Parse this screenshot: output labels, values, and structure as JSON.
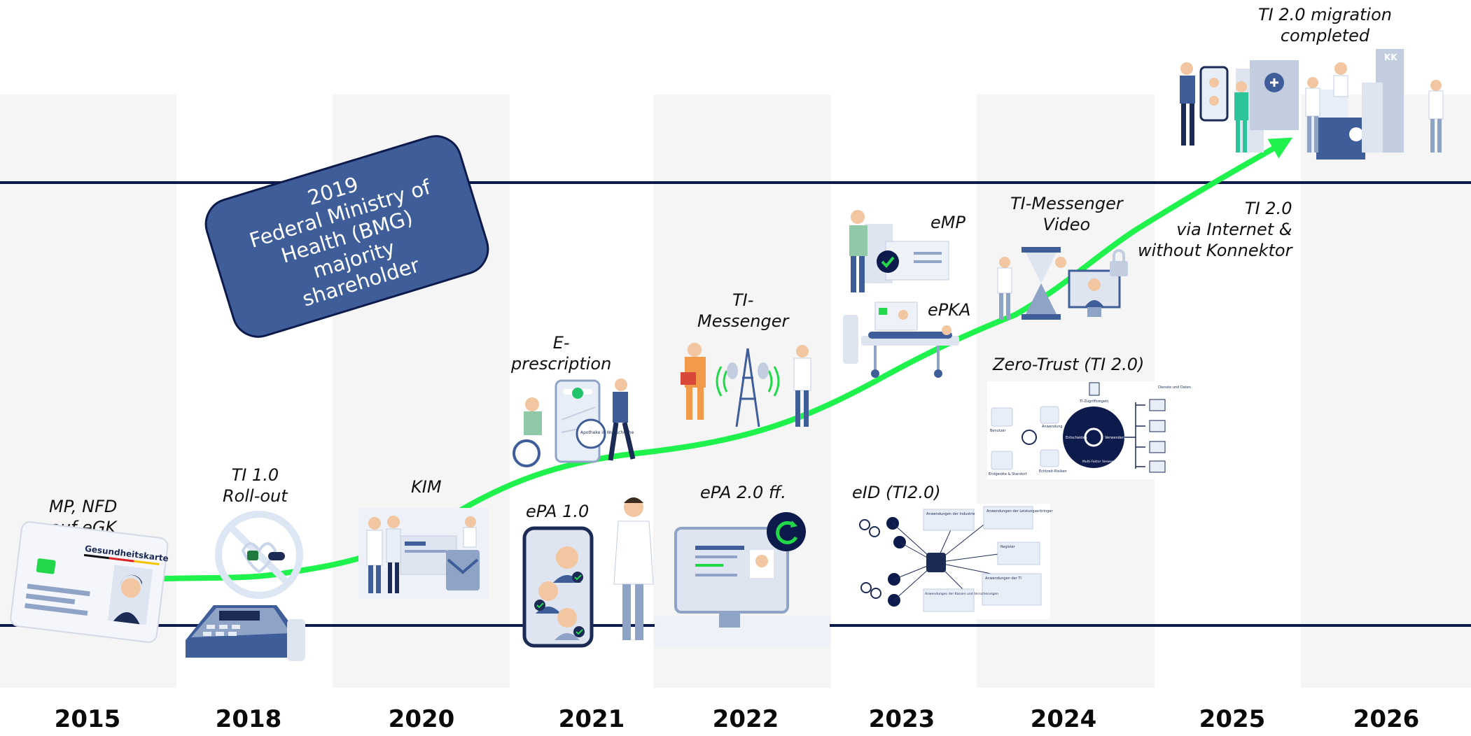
{
  "years": [
    "2015",
    "2018",
    "2020",
    "2021",
    "2022",
    "2023",
    "2024",
    "2025",
    "2026"
  ],
  "labels": {
    "mp_nfd": [
      "MP, NFD",
      "auf eGK"
    ],
    "ti10": [
      "TI 1.0",
      "Roll-out"
    ],
    "kim": [
      "KIM"
    ],
    "eprescription": [
      "E-",
      "prescription"
    ],
    "epa10": [
      "ePA 1.0"
    ],
    "ti_messenger": [
      "TI-",
      "Messenger"
    ],
    "epa20": [
      "ePA 2.0 ff."
    ],
    "emp": [
      "eMP"
    ],
    "epka": [
      "ePKA"
    ],
    "eid": [
      "eID (TI2.0)"
    ],
    "ti_messenger_video": [
      "TI-Messenger",
      "Video"
    ],
    "zero_trust": [
      "Zero-Trust (TI 2.0)"
    ],
    "ti20_internet": [
      "TI 2.0",
      "via Internet &",
      "without Konnektor"
    ],
    "ti20_migration": [
      "TI 2.0 migration",
      "completed"
    ]
  },
  "bmg_box": [
    "2019",
    "Federal Ministry of",
    "Health (BMG)",
    "majority",
    "shareholder"
  ],
  "card_text": "Gesundheitskarte",
  "zero_trust_diagram": {
    "top": "TI-Zugriffsregeln",
    "left_items": [
      "Benutzer",
      "Endgeräte & Standort"
    ],
    "middle_items": [
      "Anwendung",
      "Echtzeit-Risiken"
    ],
    "circle_left": "Entscheiden",
    "circle_right": "Verwenden",
    "circle_bottom": "Multi-Faktor Verwenden",
    "right_title": "Dienste und Daten"
  },
  "eid_diagram": {
    "box1": "Anwendungen der Industrie",
    "box2": "Anwendungen der Leistungserbringer",
    "box3": "Register",
    "box4": "Anwendungen der TI",
    "box5": "Anwendungen der Kassen und Versicherungen"
  },
  "pharmacy_text": "Apotheke in Wunschnähe",
  "kk_text": "KK",
  "colors": {
    "curve": "#1ff24c",
    "navy": "#0d1b4c",
    "box": "#3f5e99",
    "band": "#f5f5f5"
  }
}
